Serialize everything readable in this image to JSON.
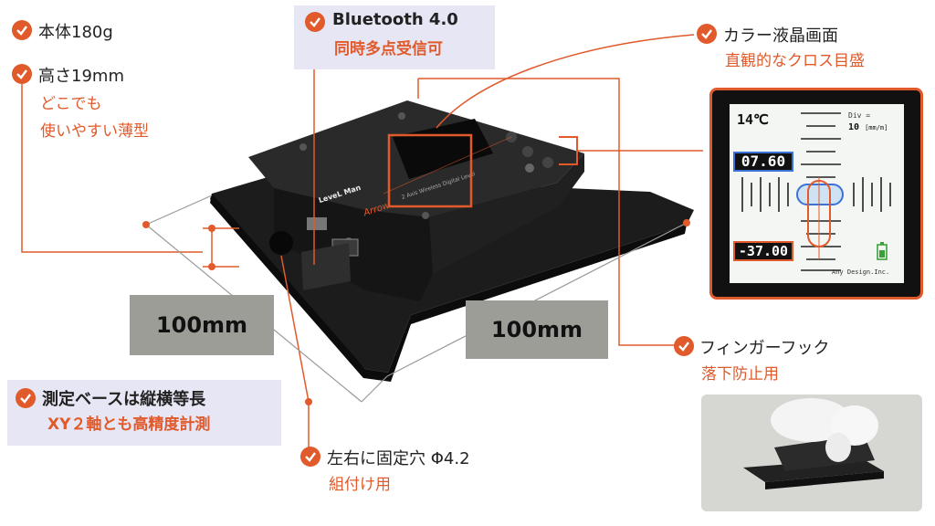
{
  "features": {
    "weight": {
      "title": "本体180g"
    },
    "height": {
      "title": "高さ19mm",
      "sub1": "どこでも",
      "sub2": "使いやすい薄型"
    },
    "bluetooth": {
      "title": "Bluetooth 4.0",
      "sub": "同時多点受信可"
    },
    "lcd": {
      "title": "カラー液晶画面",
      "sub": "直観的なクロス目盛"
    },
    "finger_hook": {
      "title": "フィンガーフック",
      "sub": "落下防止用"
    },
    "base": {
      "title": "測定ベースは縦横等長",
      "sub": "XY２軸とも高精度計測"
    },
    "holes": {
      "title": "左右に固定穴 Φ4.2",
      "sub": "組付け用"
    }
  },
  "dimensions": {
    "left": "100mm",
    "right": "100mm"
  },
  "lcd_screen": {
    "temp": "14℃",
    "div_label": "Div =",
    "div_value": "10",
    "div_unit": "[mm/m]",
    "reading_top": "07.60",
    "reading_bottom": "-37.00",
    "brand": "Any Design.Inc."
  },
  "device": {
    "brand_text": "LeveL Man",
    "model_text": "Arrow",
    "small_text": "2 Axis Wireless Digital Level"
  },
  "colors": {
    "accent": "#e05a2b",
    "label_bg": "#9d9d98",
    "highlight_bg": "#e7e6f4"
  }
}
